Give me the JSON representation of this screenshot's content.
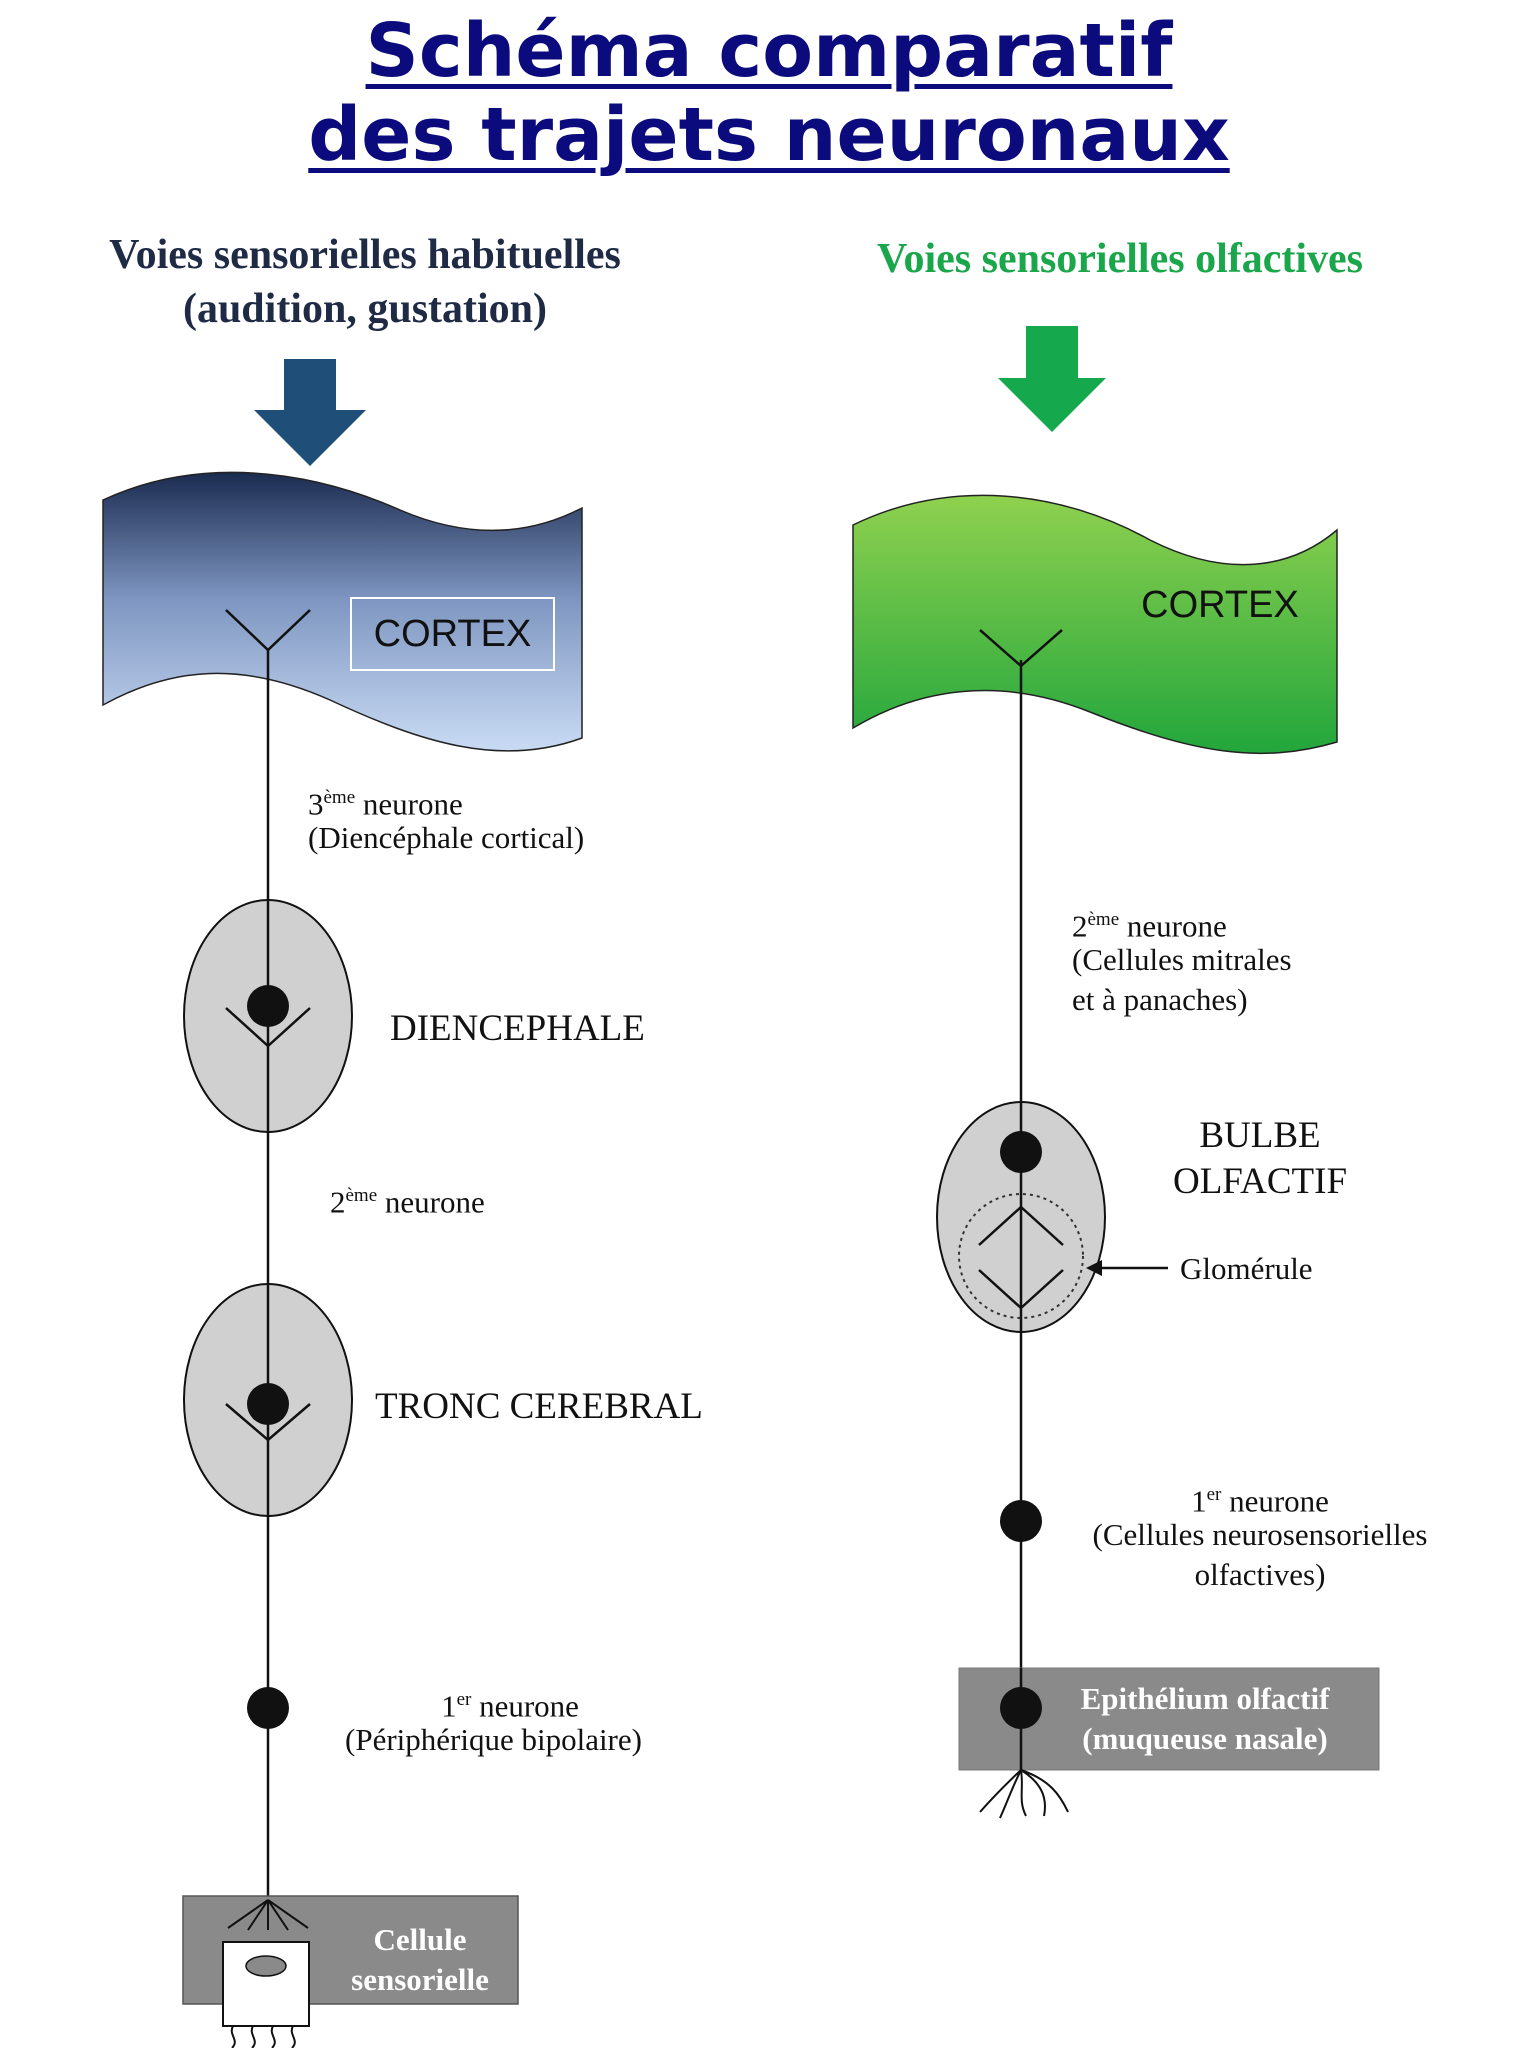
{
  "title": {
    "line1": "Schéma comparatif",
    "line2": "des trajets neuronaux"
  },
  "left": {
    "heading_line1": "Voies sensorielles habituelles",
    "heading_line2": "(audition, gustation)",
    "cortex": "CORTEX",
    "neuron3_num": "3",
    "neuron3_sup": "ème",
    "neuron3_word": " neurone",
    "neuron3_desc": "(Diencéphale cortical)",
    "diencephale": "DIENCEPHALE",
    "neuron2_num": "2",
    "neuron2_sup": "ème",
    "neuron2_word": " neurone",
    "tronc": "TRONC CEREBRAL",
    "neuron1_num": "1",
    "neuron1_sup": "er",
    "neuron1_word": " neurone",
    "neuron1_desc": "(Périphérique bipolaire)",
    "cell_line1": "Cellule",
    "cell_line2": "sensorielle"
  },
  "right": {
    "heading": "Voies sensorielles olfactives",
    "cortex": "CORTEX",
    "neuron2_num": "2",
    "neuron2_sup": "ème",
    "neuron2_word": " neurone",
    "neuron2_desc1": "(Cellules mitrales",
    "neuron2_desc2": "et à panaches)",
    "bulbe_line1": "BULBE",
    "bulbe_line2": "OLFACTIF",
    "glomerule": "Glomérule",
    "neuron1_num": "1",
    "neuron1_sup": "er",
    "neuron1_word": " neurone",
    "neuron1_desc1": "(Cellules neurosensorielles",
    "neuron1_desc2": "olfactives)",
    "epi_line1": "Epithélium olfactif",
    "epi_line2": "(muqueuse nasale)"
  },
  "colors": {
    "title": "#0b0b7d",
    "left_arrow": "#1f4e79",
    "right_arrow": "#16a84c",
    "left_cortex_top": "#1b2b50",
    "left_cortex_bottom": "#c9dbf4",
    "right_cortex_top": "#8fd14f",
    "right_cortex_bottom": "#22a63c",
    "relay_grey": "#d0d0d0",
    "box_grey": "#8a8a8a"
  }
}
